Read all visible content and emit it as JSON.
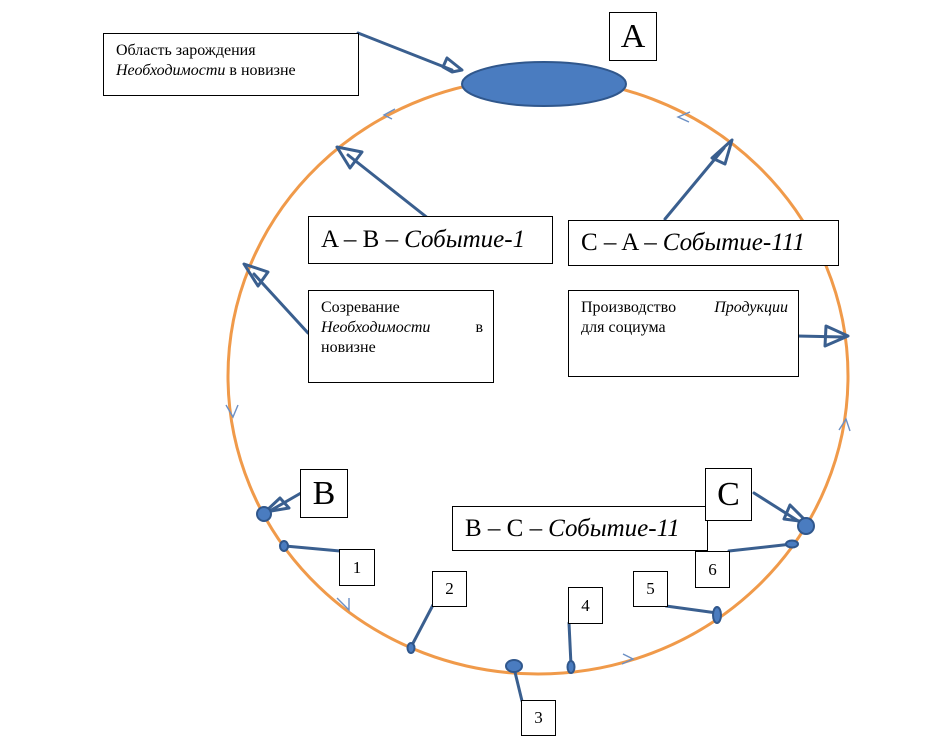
{
  "colors": {
    "cycle_ring": "#f09a4a",
    "marker_fill": "#4a7cc0",
    "marker_stroke": "#30578c",
    "connector": "#3a5f8f",
    "direction_arrow": "#6b8fc4",
    "box_border": "#000000"
  },
  "points": {
    "A": {
      "label": "A"
    },
    "B": {
      "label": "B"
    },
    "C": {
      "label": "C"
    }
  },
  "events": {
    "ab": {
      "prefix": "A – B –",
      "name": "Событие-1"
    },
    "bc": {
      "prefix": "B – C –",
      "name": "Событие-11"
    },
    "ca": {
      "prefix": "C – A –",
      "name": "Событие-111"
    }
  },
  "notes": {
    "origin": {
      "line1": "Область зарождения",
      "italic": "Необходимости",
      "rest": "в новизне"
    },
    "maturation": {
      "line1": "Созревание",
      "italic": "Необходимости",
      "word": "в",
      "line3": "новизне"
    },
    "production": {
      "word1": "Производство",
      "italic": "Продукции",
      "line2": "для социума"
    }
  },
  "stages": [
    "1",
    "2",
    "3",
    "4",
    "5",
    "6"
  ],
  "cycle_direction": "counterclockwise (A → B → C → A)"
}
